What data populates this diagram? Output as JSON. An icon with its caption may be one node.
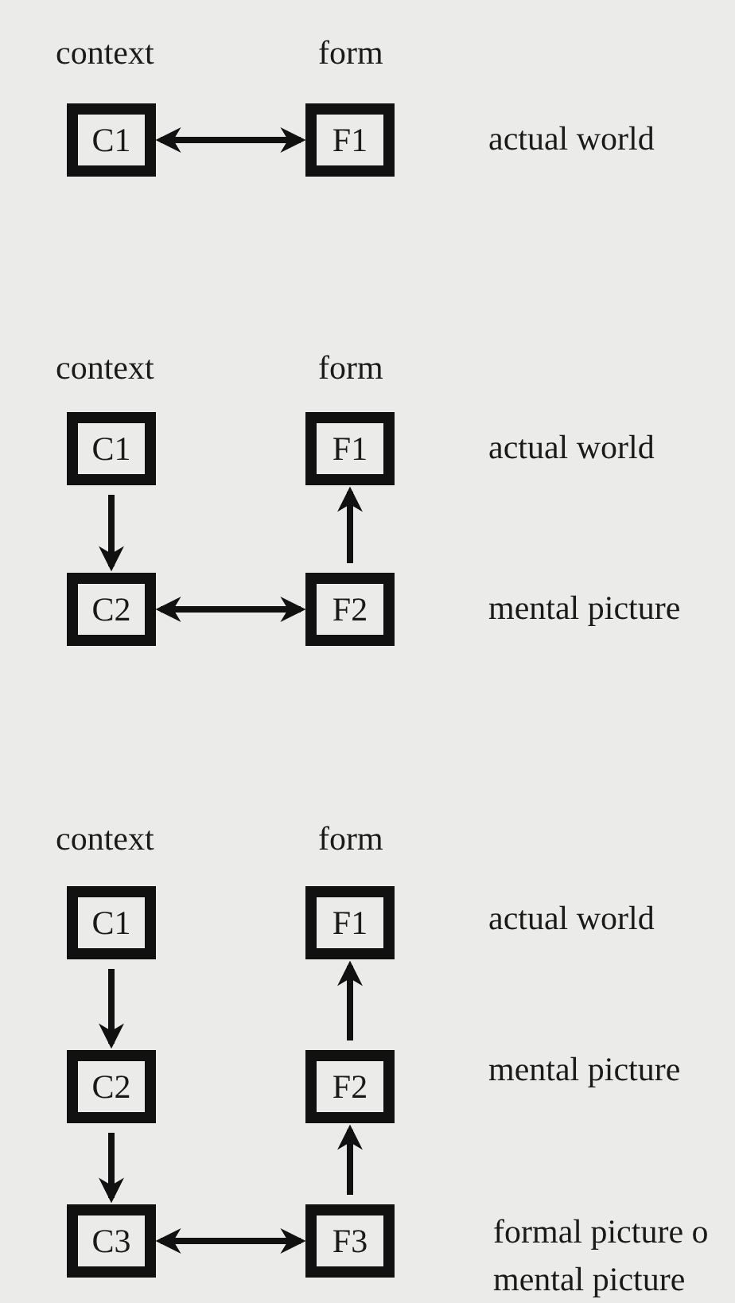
{
  "diagram": {
    "nodes": [
      {
        "text": [
          "C1"
        ]
      },
      {
        "text": [
          "F1"
        ]
      },
      {
        "text": [
          "C1"
        ]
      },
      {
        "text": [
          "F1"
        ]
      },
      {
        "text": [
          "C2"
        ]
      },
      {
        "text": [
          "F2"
        ]
      },
      {
        "text": [
          "C1"
        ]
      },
      {
        "text": [
          "F1"
        ]
      },
      {
        "text": [
          "C2"
        ]
      },
      {
        "text": [
          "F2"
        ]
      },
      {
        "text": [
          "C3"
        ]
      },
      {
        "text": [
          "F3"
        ]
      }
    ],
    "edges": [
      {
        "from": 0,
        "to": 1,
        "arrow": "both"
      },
      {
        "from": 2,
        "to": 4,
        "arrow": "to"
      },
      {
        "from": 5,
        "to": 3,
        "arrow": "to"
      },
      {
        "from": 4,
        "to": 5,
        "arrow": "both"
      },
      {
        "from": 6,
        "to": 8,
        "arrow": "to"
      },
      {
        "from": 8,
        "to": 10,
        "arrow": "to"
      },
      {
        "from": 9,
        "to": 7,
        "arrow": "to"
      },
      {
        "from": 11,
        "to": 9,
        "arrow": "to"
      },
      {
        "from": 10,
        "to": 11,
        "arrow": "both"
      }
    ],
    "labels": [
      "context",
      "form",
      "actual world",
      "context",
      "form",
      "actual world",
      "mental picture",
      "context",
      "form",
      "actual world",
      "mental picture",
      "formal picture o",
      "mental picture"
    ]
  }
}
